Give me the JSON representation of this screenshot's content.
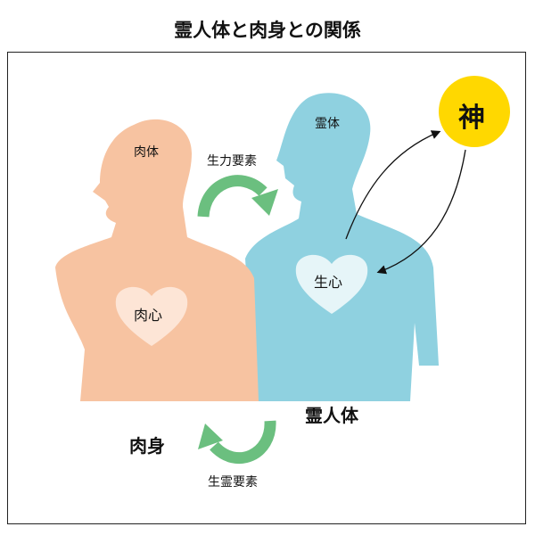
{
  "title": "霊人体と肉身との関係",
  "flesh_body": {
    "label": "肉身",
    "head_label": "肉体",
    "heart_label": "肉心"
  },
  "spirit_body": {
    "label": "霊人体",
    "head_label": "霊体",
    "heart_label": "生心"
  },
  "god": {
    "label": "神"
  },
  "arrows": {
    "top_label": "生力要素",
    "bottom_label": "生霊要素"
  },
  "colors": {
    "flesh": "#f7c3a1",
    "flesh_heart": "#fde5d6",
    "spirit": "#8fd1e0",
    "spirit_heart": "#e6f5f8",
    "arrow_green": "#6bbf7f",
    "god_yellow": "#ffd800"
  }
}
